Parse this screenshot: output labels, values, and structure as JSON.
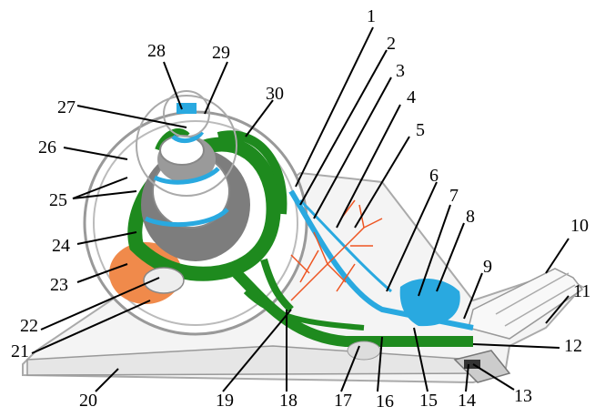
{
  "labels": {
    "l1": "1",
    "l2": "2",
    "l3": "3",
    "l4": "4",
    "l5": "5",
    "l6": "6",
    "l7": "7",
    "l8": "8",
    "l9": "9",
    "l10": "10",
    "l11": "11",
    "l12": "12",
    "l13": "13",
    "l14": "14",
    "l15": "15",
    "l16": "16",
    "l17": "17",
    "l18": "18",
    "l19": "19",
    "l20": "20",
    "l21": "21",
    "l22": "22",
    "l23": "23",
    "l24": "24",
    "l25": "25",
    "l26": "26",
    "l27": "27",
    "l28": "28",
    "l29": "29",
    "l30": "30"
  },
  "colors": {
    "green": "#1e8a1e",
    "blue": "#29a9e0",
    "orange": "#f08a4b",
    "vessels": "#ee5522",
    "gray": "#8c8c8c",
    "outline": "#999999"
  }
}
